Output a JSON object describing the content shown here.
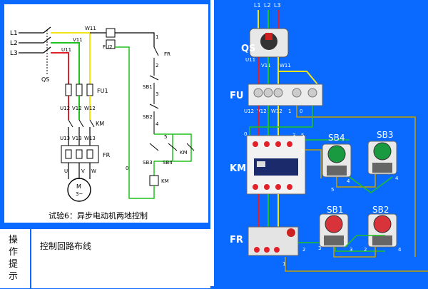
{
  "schematic": {
    "caption": "试验6：异步电动机两地控制",
    "power_labels": [
      "L1",
      "L2",
      "L3"
    ],
    "qs": "QS",
    "fu1": "FU1",
    "fu2": "FU2",
    "km": "KM",
    "fr": "FR",
    "motor": "M",
    "motor_phase": "3~",
    "wire_top": "W11",
    "wire_v11": "V11",
    "wire_u11": "U11",
    "wire_mid": [
      "U12",
      "V12",
      "W12"
    ],
    "wire_low": [
      "U13",
      "V13",
      "W13"
    ],
    "wire_uvw": [
      "U",
      "V",
      "W"
    ],
    "ctrl_labels": [
      "SB1",
      "SB2",
      "SB3",
      "SB4",
      "KM"
    ],
    "node_labels": [
      "1",
      "2",
      "3",
      "4",
      "5",
      "0"
    ]
  },
  "tips": {
    "label_chars": [
      "操",
      "作",
      "提",
      "示"
    ],
    "text": "控制回路布线"
  },
  "wiring": {
    "labels": {
      "qs": "QS",
      "fu": "FU",
      "km": "KM",
      "fr": "FR",
      "sb1": "SB1",
      "sb2": "SB2",
      "sb3": "SB3",
      "sb4": "SB4",
      "top": [
        "L1",
        "L2",
        "L3"
      ],
      "qs_out": [
        "U11",
        "V11",
        "W11"
      ],
      "fu_out": [
        "U12",
        "V12",
        "W12"
      ],
      "fu_small": [
        "1",
        "0"
      ],
      "km_nums": [
        "0",
        "3",
        "5",
        "5"
      ],
      "sb_nums": [
        "5",
        "4",
        "4",
        "3",
        "4",
        "2",
        "3",
        "2",
        "1"
      ]
    }
  },
  "colors": {
    "background": "#0a6aff",
    "wire_red": "#e0202a",
    "wire_green": "#1fc21f",
    "wire_yellow": "#f2e61a",
    "wire_ctrl": "#c8a000"
  }
}
